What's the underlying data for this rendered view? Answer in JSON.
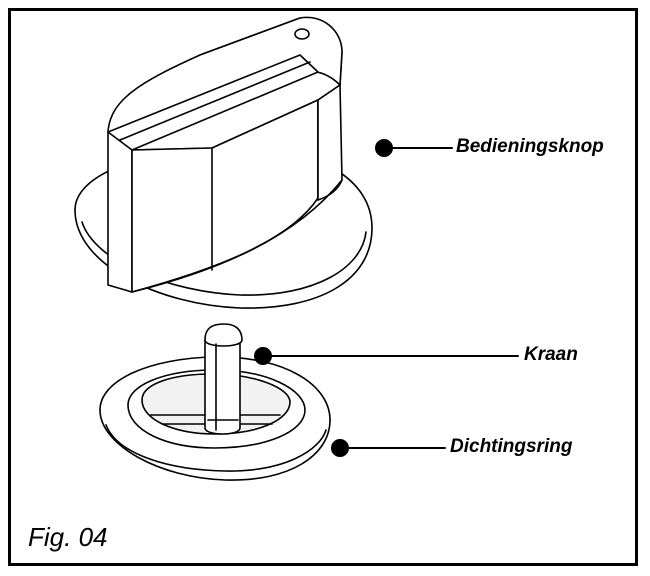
{
  "callouts": {
    "knob": "Bedieningsknop",
    "tap": "Kraan",
    "ring": "Dichtingsring"
  },
  "figure": {
    "label": "Fig. 04"
  },
  "colors": {
    "line": "#000000",
    "background": "#ffffff",
    "shade": "#f2f2f2"
  }
}
